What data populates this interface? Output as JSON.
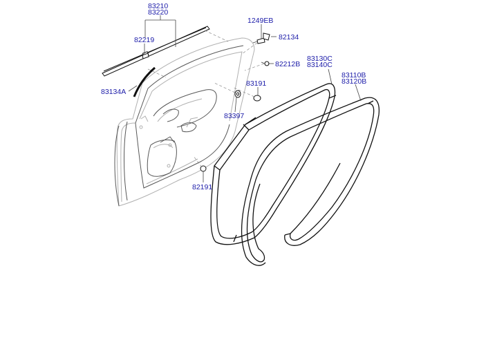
{
  "labels": {
    "p83210": "83210",
    "p83220": "83220",
    "p82219": "82219",
    "p83134A": "83134A",
    "p1249EB": "1249EB",
    "p82134": "82134",
    "p82212B": "82212B",
    "p83191": "83191",
    "p83397": "83397",
    "p82191": "82191",
    "p83130C": "83130C",
    "p83140C": "83140C",
    "p83110B": "83110B",
    "p83120B": "83120B"
  },
  "colors": {
    "label": "#1a1aa8",
    "door_outline": "#b0b0b0",
    "seal": "#111111"
  }
}
